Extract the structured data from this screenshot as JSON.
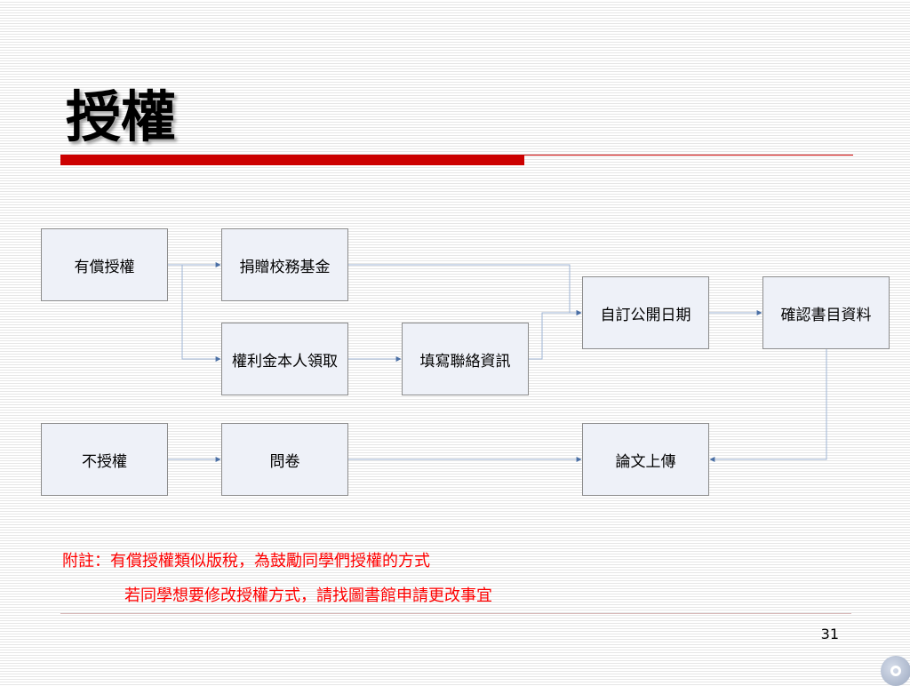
{
  "slide": {
    "title": "授權",
    "page_number": "31"
  },
  "colors": {
    "accent_red": "#cc0000",
    "note_red": "#ff0000",
    "connector": "#9fb4d4",
    "arrowhead": "#4a6fa5"
  },
  "flow": {
    "paid_license": "有償授權",
    "donate_fund": "捐贈校務基金",
    "royalty_claim": "權利金本人領取",
    "fill_contact": "填寫聯絡資訊",
    "set_public_date": "自訂公開日期",
    "confirm_bibliography": "確認書目資料",
    "no_license": "不授權",
    "questionnaire": "問卷",
    "thesis_upload": "論文上傳"
  },
  "notes": {
    "line1": "附註：有償授權類似版稅，為鼓勵同學們授權的方式",
    "line2": "若同學想要修改授權方式，請找圖書館申請更改事宜"
  }
}
